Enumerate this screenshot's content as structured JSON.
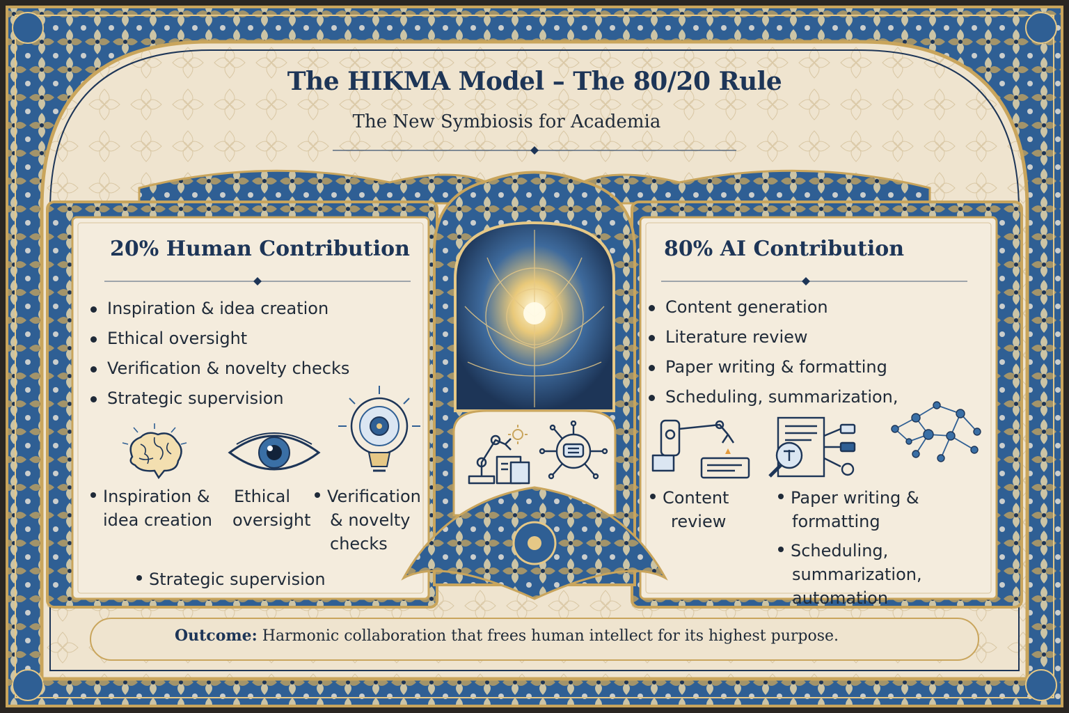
{
  "header": {
    "title": "The HIKMA Model – The 80/20 Rule",
    "subtitle": "The New Symbiosis for Academia"
  },
  "left_panel": {
    "title": "20% Human Contribution",
    "bullets": [
      "Inspiration & idea creation",
      "Ethical oversight",
      "Verification & novelty checks",
      "Strategic supervision"
    ],
    "icons": [
      "brain-icon",
      "eye-icon",
      "compass-lightbulb-icon"
    ],
    "captions": {
      "inspiration_1": "Inspiration &",
      "inspiration_2": "idea creation",
      "ethical_1": "Ethical",
      "ethical_2": "oversight",
      "verification_1": "Verification",
      "verification_2": "& novelty",
      "verification_3": "checks",
      "strategic": "Strategic supervision"
    }
  },
  "right_panel": {
    "title": "80% AI Contribution",
    "bullets": [
      "Content generation",
      "Literature review",
      "Paper writing & formatting",
      "Scheduling, summarization,"
    ],
    "icons": [
      "robot-arm-icon",
      "document-search-icon",
      "network-icon"
    ],
    "captions": {
      "content_1": "Content",
      "content_2": "review",
      "paper_1": "Paper writing &",
      "paper_2": "formatting",
      "scheduling_1": "Scheduling,",
      "scheduling_2": "summarization,",
      "scheduling_3": "automation"
    }
  },
  "center": {
    "icons": [
      "robot-arm-icon",
      "sun-icon",
      "gear-circuit-icon"
    ]
  },
  "footer": {
    "outcome_label": "Outcome:",
    "outcome_text": " Harmonic collaboration that frees human intellect for its highest purpose."
  },
  "colors": {
    "navy": "#1d3557",
    "blue": "#2f5f94",
    "gold": "#c9a55c",
    "parchment": "#f3eadb"
  }
}
